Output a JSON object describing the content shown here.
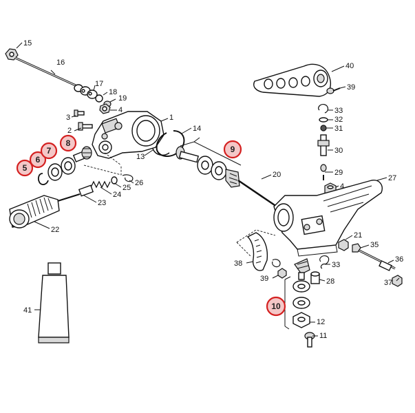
{
  "callouts": [
    "15",
    "16",
    "17",
    "18",
    "19",
    "3",
    "4",
    "1",
    "2",
    "14",
    "13",
    "40",
    "39",
    "33",
    "32",
    "31",
    "30",
    "29",
    "22",
    "23",
    "24",
    "25",
    "26",
    "20",
    "27",
    "4",
    "21",
    "35",
    "36",
    "37",
    "38",
    "39",
    "33",
    "28",
    "12",
    "11",
    "41"
  ],
  "highlighted": [
    "5",
    "6",
    "7",
    "8",
    "9",
    "10"
  ],
  "colors": {
    "highlight_fill": "#f4c7c7",
    "highlight_stroke": "#d42020",
    "line": "#111111"
  }
}
